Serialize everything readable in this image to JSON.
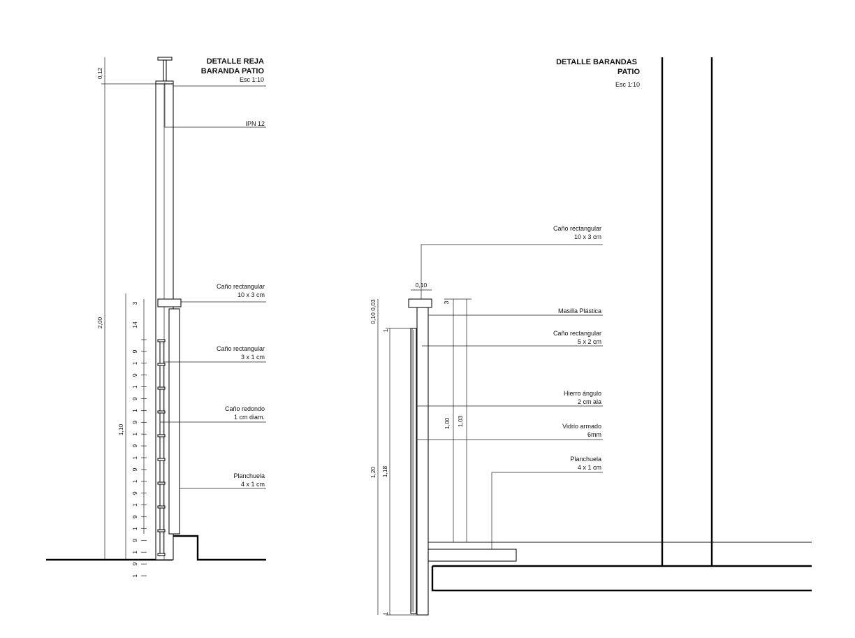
{
  "left_detail": {
    "title_line1": "DETALLE REJA",
    "title_line2": "BARANDA PATIO",
    "scale": "Esc 1:10",
    "labels": {
      "ipn": "IPN 12",
      "cano_rect_10x3_a": "Caño rectangular",
      "cano_rect_10x3_b": "10 x 3 cm",
      "cano_rect_3x1_a": "Caño rectangular",
      "cano_rect_3x1_b": "3 x 1 cm",
      "cano_red_a": "Caño redondo",
      "cano_red_b": "1 cm diam.",
      "planchuela_a": "Planchuela",
      "planchuela_b": "4 x 1 cm"
    },
    "dims": {
      "top": "0,12",
      "total": "2,00",
      "rail": "1,10",
      "d3": "3",
      "d14": "14",
      "stack": [
        "9",
        "1",
        "9",
        "1",
        "9",
        "1",
        "9",
        "1",
        "9",
        "1",
        "9",
        "1",
        "9",
        "1",
        "9",
        "1",
        "9",
        "1",
        "9",
        "1"
      ]
    }
  },
  "right_detail": {
    "title_line1": "DETALLE  BARANDAS",
    "title_line2": "PATIO",
    "scale": "Esc 1:10",
    "labels": {
      "cano_rect_10x3_a": "Caño rectangular",
      "cano_rect_10x3_b": "10 x 3 cm",
      "masilla": "Masilla Plástica",
      "cano_rect_5x2_a": "Caño rectangular",
      "cano_rect_5x2_b": "5 x 2 cm",
      "hierro_a": "Hierro ángulo",
      "hierro_b": "2 cm ala",
      "vidrio_a": "Vidrio armado",
      "vidrio_b": "6mm",
      "planchuela_a": "Planchuela",
      "planchuela_b": "4 x 1 cm"
    },
    "dims": {
      "w010": "0,10",
      "h010_003": "0,10 0,03",
      "d1_top": "1",
      "d3": "3",
      "h100": "1,00",
      "h103": "1,03",
      "h120": "1,20",
      "h118": "1,18",
      "d1_bot": "1"
    }
  }
}
